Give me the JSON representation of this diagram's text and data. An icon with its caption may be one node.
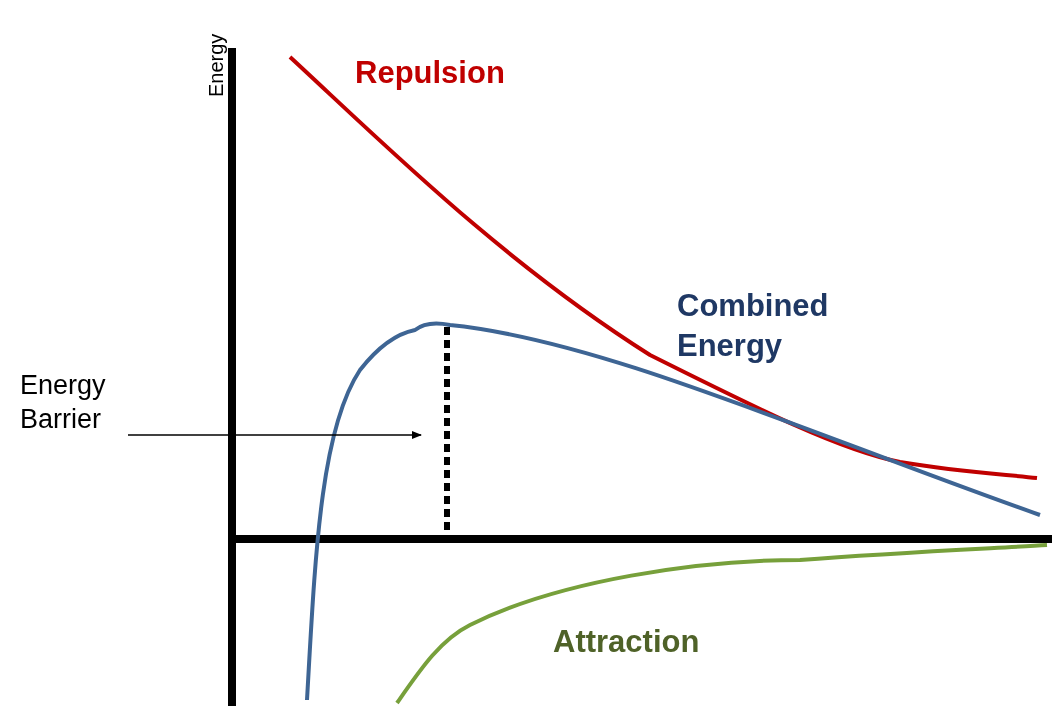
{
  "diagram": {
    "nodes": [
      {
        "text": [
          "Energy Barrier"
        ]
      },
      {
        "text": [],
        "shape": "line"
      }
    ],
    "edges": [
      {
        "from": 0,
        "to": 1,
        "arrow": "to"
      }
    ],
    "labels": [
      "Energy",
      "Repulsion",
      "Combined Energy",
      "Attraction"
    ]
  }
}
